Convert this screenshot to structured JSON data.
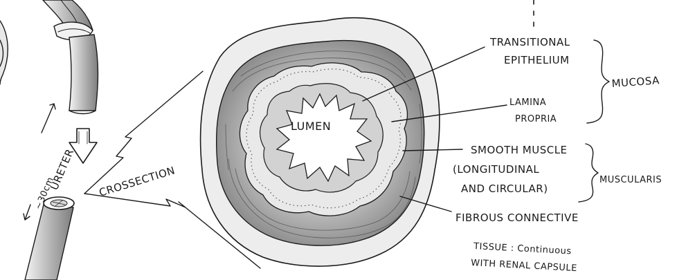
{
  "labels": {
    "lumen": "LUMEN",
    "crossection": "CROSSECTION",
    "ureter": "URETER",
    "length": "~30cm",
    "transitional_line1": "TRANSITIONAL",
    "transitional_line2": "EPITHELIUM",
    "lamina_line1": "LAMINA",
    "lamina_line2": "PROPRIA",
    "mucosa": "MUCOSA",
    "smooth_muscle": "SMOOTH MUSCLE",
    "longitudinal": "(LONGITUDINAL",
    "circular": "AND CIRCULAR)",
    "muscularis": "MUSCULARIS",
    "fibrous_line1": "FIBROUS CONNECTIVE",
    "fibrous_line2": "TISSUE : Continuous",
    "fibrous_line3": "WITH RENAL CAPSULE"
  },
  "colors": {
    "ink": "#1a1a1a",
    "adventitia": "#ececec",
    "muscularis": "#9a9a9a",
    "lamina_propria": "#e6e6e6",
    "epithelium": "#cfcfcf",
    "lumen": "#ffffff",
    "tube_fill": "#d4d4d4"
  }
}
